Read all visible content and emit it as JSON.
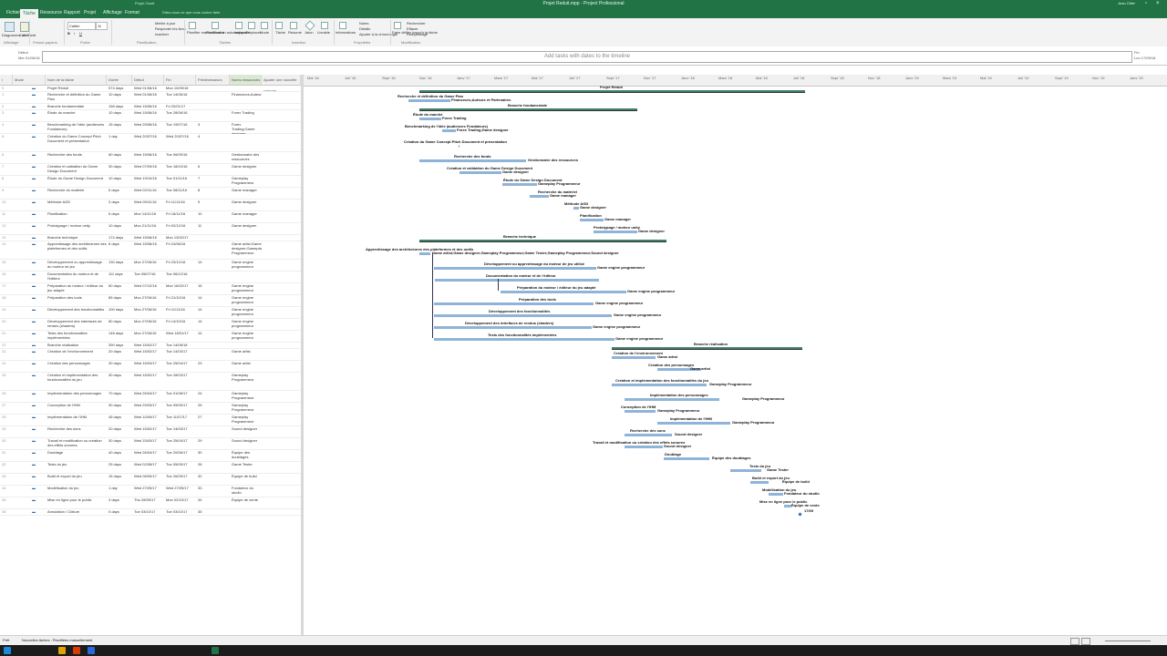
{
  "window": {
    "title": "Projet Reduit.mpp - Project Professional",
    "quick_title": "Projet Gantt",
    "user": "Jean Ollis"
  },
  "menu": {
    "tabs": [
      "Fichier",
      "Tâche",
      "Ressource",
      "Rapport",
      "Projet",
      "Affichage",
      "Format"
    ],
    "active_index": 1,
    "tell_me": "Dites-nous ce que vous voulez faire"
  },
  "ribbon": {
    "groups": [
      "Affichage",
      "Presse-papiers",
      "Police",
      "Planification",
      "Tâches",
      "Insertion",
      "Propriétés",
      "Modification"
    ],
    "buttons": [
      "Diagramme de Gantt",
      "Coller",
      "Mettre à jour",
      "Respecter les liens",
      "Inactiver",
      "Planifier manuellement",
      "Planification automatique",
      "Inspecter",
      "Déplacer",
      "Mode",
      "Tâche",
      "Résumé",
      "Jalon",
      "Livrable",
      "Informations",
      "Notes",
      "Détails",
      "Ajouter à la chronologie",
      "Faire défiler jusqu'à la tâche",
      "Rechercher",
      "Effacer",
      "Remplissage"
    ],
    "font_name": "Calibri",
    "font_size": "11"
  },
  "timeline": {
    "placeholder": "Add tasks with dates to the timeline",
    "start_label": "Début",
    "start_date": "Mer 01/06/16",
    "end_label": "Fin",
    "end_date": "Lun 17/09/18"
  },
  "sheet": {
    "columns": [
      "i",
      "Mode",
      "Nom de la tâche",
      "Durée",
      "Début",
      "Fin",
      "Prédécesseurs",
      "Noms ressources",
      "Ajouter une nouvelle colonne"
    ],
    "rows": [
      {
        "id": "0",
        "name": "Projet Réduit",
        "duration": "574 days",
        "start": "Wed 01/06/16",
        "finish": "Mon 10/09/18",
        "pred": "",
        "res": ""
      },
      {
        "id": "1",
        "name": "Recherche et définition du Game Plan",
        "duration": "10 days",
        "start": "Wed 01/06/16",
        "finish": "Tue 14/06/16",
        "pred": "",
        "res": "Financeurs;Auteurs"
      },
      {
        "id": "2",
        "name": "Branche fondamentale",
        "duration": "158 days",
        "start": "Wed 15/06/16",
        "finish": "Fri 20/01/17",
        "pred": "",
        "res": ""
      },
      {
        "id": "3",
        "name": "Étude du marché",
        "duration": "10 days",
        "start": "Wed 15/06/16",
        "finish": "Tue 28/06/16",
        "pred": "",
        "res": "Forex Trading"
      },
      {
        "id": "4",
        "name": "Benchmarking de l'idée (audiences Fondateurs)",
        "duration": "15 days",
        "start": "Wed 29/06/16",
        "finish": "Tue 19/07/16",
        "pred": "3",
        "res": "Forex Trading;Game designer"
      },
      {
        "id": "5",
        "name": "Création du Game Concept Pitch Document et présentation",
        "duration": "1 day",
        "start": "Wed 20/07/16",
        "finish": "Wed 20/07/16",
        "pred": "4",
        "res": ""
      },
      {
        "id": "6",
        "name": "Recherche des fonds",
        "duration": "60 days",
        "start": "Wed 15/06/16",
        "finish": "Tue 06/09/16",
        "pred": "",
        "res": "Gestionnaire des ressources"
      },
      {
        "id": "7",
        "name": "Création et validation du Game Design Document",
        "duration": "30 days",
        "start": "Wed 07/09/16",
        "finish": "Tue 18/10/16",
        "pred": "6",
        "res": "Game designer"
      },
      {
        "id": "8",
        "name": "Étude du Game Design Document",
        "duration": "10 days",
        "start": "Wed 19/10/16",
        "finish": "Tue 01/11/16",
        "pred": "7",
        "res": "Gameplay Programmeur"
      },
      {
        "id": "9",
        "name": "Recherche du matériel",
        "duration": "5 days",
        "start": "Wed 02/11/16",
        "finish": "Tue 08/11/16",
        "pred": "8",
        "res": "Game manager"
      },
      {
        "id": "10",
        "name": "Méthode AGD",
        "duration": "3 days",
        "start": "Wed 09/11/16",
        "finish": "Fri 11/11/16",
        "pred": "9",
        "res": "Game designer"
      },
      {
        "id": "11",
        "name": "Planification",
        "duration": "5 days",
        "start": "Mon 14/11/16",
        "finish": "Fri 18/11/16",
        "pred": "10",
        "res": "Game manager"
      },
      {
        "id": "12",
        "name": "Prototypage / moteur unity",
        "duration": "10 days",
        "start": "Mon 21/11/16",
        "finish": "Fri 02/12/16",
        "pred": "11",
        "res": "Game designer"
      },
      {
        "id": "13",
        "name": "Branche technique",
        "duration": "174 days",
        "start": "Wed 15/06/16",
        "finish": "Mon 13/02/17",
        "pred": "",
        "res": ""
      },
      {
        "id": "14",
        "name": "Apprentissage des architectures des plateformes et des outils",
        "duration": "8 days",
        "start": "Wed 15/06/16",
        "finish": "Fri 24/06/16",
        "pred": "",
        "res": "Game artist;Game designer;Gameplay Programmeur"
      },
      {
        "id": "15",
        "name": "Développement ou apprentissage du moteur de jeu",
        "duration": "130 days",
        "start": "Mon 27/06/16",
        "finish": "Fri 23/12/16",
        "pred": "14",
        "res": "Game engine programmeur"
      },
      {
        "id": "16",
        "name": "Documentation du moteur et de l'éditeur",
        "duration": "111 days",
        "start": "Tue 05/07/16",
        "finish": "Tue 06/12/16",
        "pred": "",
        "res": ""
      },
      {
        "id": "17",
        "name": "Préparation du moteur / éditeur du jeu adapté",
        "duration": "60 days",
        "start": "Wed 07/12/16",
        "finish": "Mon 16/02/17",
        "pred": "16",
        "res": "Game engine programmeur"
      },
      {
        "id": "18",
        "name": "Préparation des tools",
        "duration": "85 days",
        "start": "Mon 27/06/16",
        "finish": "Fri 21/10/16",
        "pred": "14",
        "res": "Game engine programmeur"
      },
      {
        "id": "19",
        "name": "Développement des fonctionnalités",
        "duration": "100 days",
        "start": "Mon 27/06/16",
        "finish": "Fri 11/11/16",
        "pred": "14",
        "res": "Game engine programmeur"
      },
      {
        "id": "20",
        "name": "Développement des interfaces de rendus (shaders)",
        "duration": "80 days",
        "start": "Mon 27/06/16",
        "finish": "Fri 14/10/16",
        "pred": "14",
        "res": "Game engine programmeur"
      },
      {
        "id": "21",
        "name": "Tests des fonctionnalités implémentées",
        "duration": "148 days",
        "start": "Mon 27/06/16",
        "finish": "Wed 18/01/17",
        "pred": "14",
        "res": "Game engine programmeur"
      },
      {
        "id": "22",
        "name": "Branche réalisation",
        "duration": "390 days",
        "start": "Wed 15/02/17",
        "finish": "Tue 14/08/18",
        "pred": "",
        "res": ""
      },
      {
        "id": "23",
        "name": "Création de l'environnement",
        "duration": "20 days",
        "start": "Wed 15/02/17",
        "finish": "Tue 14/03/17",
        "pred": "",
        "res": "Game artist"
      },
      {
        "id": "24",
        "name": "Création des personnages",
        "duration": "30 days",
        "start": "Wed 15/03/17",
        "finish": "Tue 25/04/17",
        "pred": "23",
        "res": "Game artist"
      },
      {
        "id": "25",
        "name": "Création et implémentation des fonctionnalités du jeu",
        "duration": "30 days",
        "start": "Wed 15/02/17",
        "finish": "Tue 28/03/17",
        "pred": "",
        "res": "Gameplay Programmeur"
      },
      {
        "id": "26",
        "name": "Implémentation des personnages",
        "duration": "70 days",
        "start": "Wed 26/04/17",
        "finish": "Tue 01/08/17",
        "pred": "24",
        "res": "Gameplay Programmeur"
      },
      {
        "id": "27",
        "name": "Conception de l'IHM",
        "duration": "30 days",
        "start": "Wed 29/03/17",
        "finish": "Tue 09/05/17",
        "pred": "25",
        "res": "Gameplay Programmeur"
      },
      {
        "id": "28",
        "name": "Implémentation de l'IHM",
        "duration": "45 days",
        "start": "Wed 10/05/17",
        "finish": "Tue 11/07/17",
        "pred": "27",
        "res": "Gameplay Programmeur"
      },
      {
        "id": "29",
        "name": "Recherche des sons",
        "duration": "20 days",
        "start": "Wed 15/02/17",
        "finish": "Tue 14/03/17",
        "pred": "",
        "res": "Sound designer"
      },
      {
        "id": "30",
        "name": "Travail et modification ou création des effets sonores",
        "duration": "30 days",
        "start": "Wed 15/03/17",
        "finish": "Tue 25/04/17",
        "pred": "29",
        "res": "Sound designer"
      },
      {
        "id": "31",
        "name": "Doublage",
        "duration": "40 days",
        "start": "Wed 26/04/17",
        "finish": "Tue 20/06/17",
        "pred": "30",
        "res": "Équipe des doublages"
      },
      {
        "id": "32",
        "name": "Tests du jeu",
        "duration": "25 days",
        "start": "Wed 02/08/17",
        "finish": "Tue 05/09/17",
        "pred": "26",
        "res": "Game Tester"
      },
      {
        "id": "33",
        "name": "Build et export du jeu",
        "duration": "15 days",
        "start": "Wed 06/09/17",
        "finish": "Tue 26/09/17",
        "pred": "32",
        "res": "Équipe de build"
      },
      {
        "id": "34",
        "name": "Modélisation du jeu",
        "duration": "1 day",
        "start": "Wed 27/09/17",
        "finish": "Wed 27/09/17",
        "pred": "33",
        "res": "Fondateur du studio"
      },
      {
        "id": "35",
        "name": "Mise en ligne pour le public",
        "duration": "3 days",
        "start": "Thu 28/09/17",
        "finish": "Mon 02/10/17",
        "pred": "34",
        "res": "Équipe de vente"
      },
      {
        "id": "36",
        "name": "Annulation / Clôture",
        "duration": "0 days",
        "start": "Tue 03/10/17",
        "finish": "Tue 03/10/17",
        "pred": "35",
        "res": ""
      }
    ]
  },
  "gantt": {
    "scale_top": [
      "Mai '16",
      "Juil '16",
      "Sept '16",
      "Nov '16",
      "Janv '17",
      "Mars '17",
      "Mai '17",
      "Juil '17",
      "Sept '17",
      "Nov '17",
      "Janv '18",
      "Mars '18",
      "Mai '18",
      "Juil '18",
      "Sept '18",
      "Nov '18",
      "Janv '19",
      "Mars '19",
      "Mai '19",
      "Juil '19",
      "Sept '19",
      "Nov '19",
      "Janv '20"
    ],
    "labels": {
      "project": "Projet Réduit",
      "l1": "Recherche et définition du Game Plan",
      "l1r": "Financeurs;Auteurs et Partenaires",
      "branch_f": "Branche fondamentale",
      "l3": "Étude du marché",
      "l3r": "Forex Trading",
      "l4": "Benchmarking de l'idée (audiences Fondateurs)",
      "l4r": "Forex Trading;Game designer",
      "l5": "Création du Game Concept Pitch Document et présentation",
      "l6": "Recherche des fonds",
      "l6r": "Gestionnaire des ressources",
      "l7": "Création et validation du Game Design Document",
      "l7r": "Game designer",
      "l8": "Étude du Game Design Document",
      "l8r": "Gameplay Programmeur",
      "l9": "Recherche du matériel",
      "l9r": "Game manager",
      "l10": "Méthode AGD",
      "l10r": "Game designer",
      "l11": "Planification",
      "l11r": "Game manager",
      "l12": "Prototypage / moteur unity",
      "l12r": "Game designer",
      "branch_t": "Branche technique",
      "l14": "Apprentissage des architectures des plateformes et des outils",
      "l14r": "Game artist;Game designer;Gameplay Programmeur;Game Tester;Gameplay Programmeur;Sound designer",
      "l15": "Développement ou apprentissage du moteur de jeu utilisé",
      "l15r": "Game engine programmeur",
      "l16": "Documentation du moteur et de l'éditeur",
      "l17": "Préparation du moteur / éditeur du jeu adapté",
      "l17r": "Game engine programmeur",
      "l18": "Préparation des tools",
      "l18r": "Game engine programmeur",
      "l19": "Développement des fonctionnalités",
      "l19r": "Game engine programmeur",
      "l20": "Développement des interfaces de rendus (shaders)",
      "l20r": "Game engine programmeur",
      "l21": "Tests des fonctionnalités implémentées",
      "l21r": "Game engine programmeur",
      "branch_r": "Branche réalisation",
      "l23": "Création de l'environnement",
      "l23r": "Game artist",
      "l24": "Création des personnages",
      "l24r": "Game artist",
      "l25": "Création et implémentation des fonctionnalités du jeu",
      "l25r": "Gameplay Programmeur",
      "l26": "Implémentation des personnages",
      "l26r": "Gameplay Programmeur",
      "l27": "Conception de l'IHM",
      "l27r": "Gameplay Programmeur",
      "l28": "Implémentation de l'IHM",
      "l28r": "Gameplay Programmeur",
      "l29": "Recherche des sons",
      "l29r": "Sound designer",
      "l30": "Travail et modification ou création des effets sonores",
      "l30r": "Sound designer",
      "l31": "Doublage",
      "l31r": "Équipe des doublages",
      "l32": "Tests du jeu",
      "l32r": "Game Tester",
      "l33": "Build et export du jeu",
      "l33r": "Équipe de build",
      "l34": "Modélisation du jeu",
      "l34r": "Fondateur du studio",
      "l35": "Mise en ligne pour le public",
      "l35r": "Équipe de vente",
      "l36": "17/09"
    }
  },
  "status": {
    "ready": "Prêt",
    "new_tasks": "Nouvelles tâches : Planifiées manuellement"
  },
  "colors": {
    "title_green": "#217346",
    "bar_blue": "#8fb4d9",
    "summary_green": "#40806a"
  }
}
